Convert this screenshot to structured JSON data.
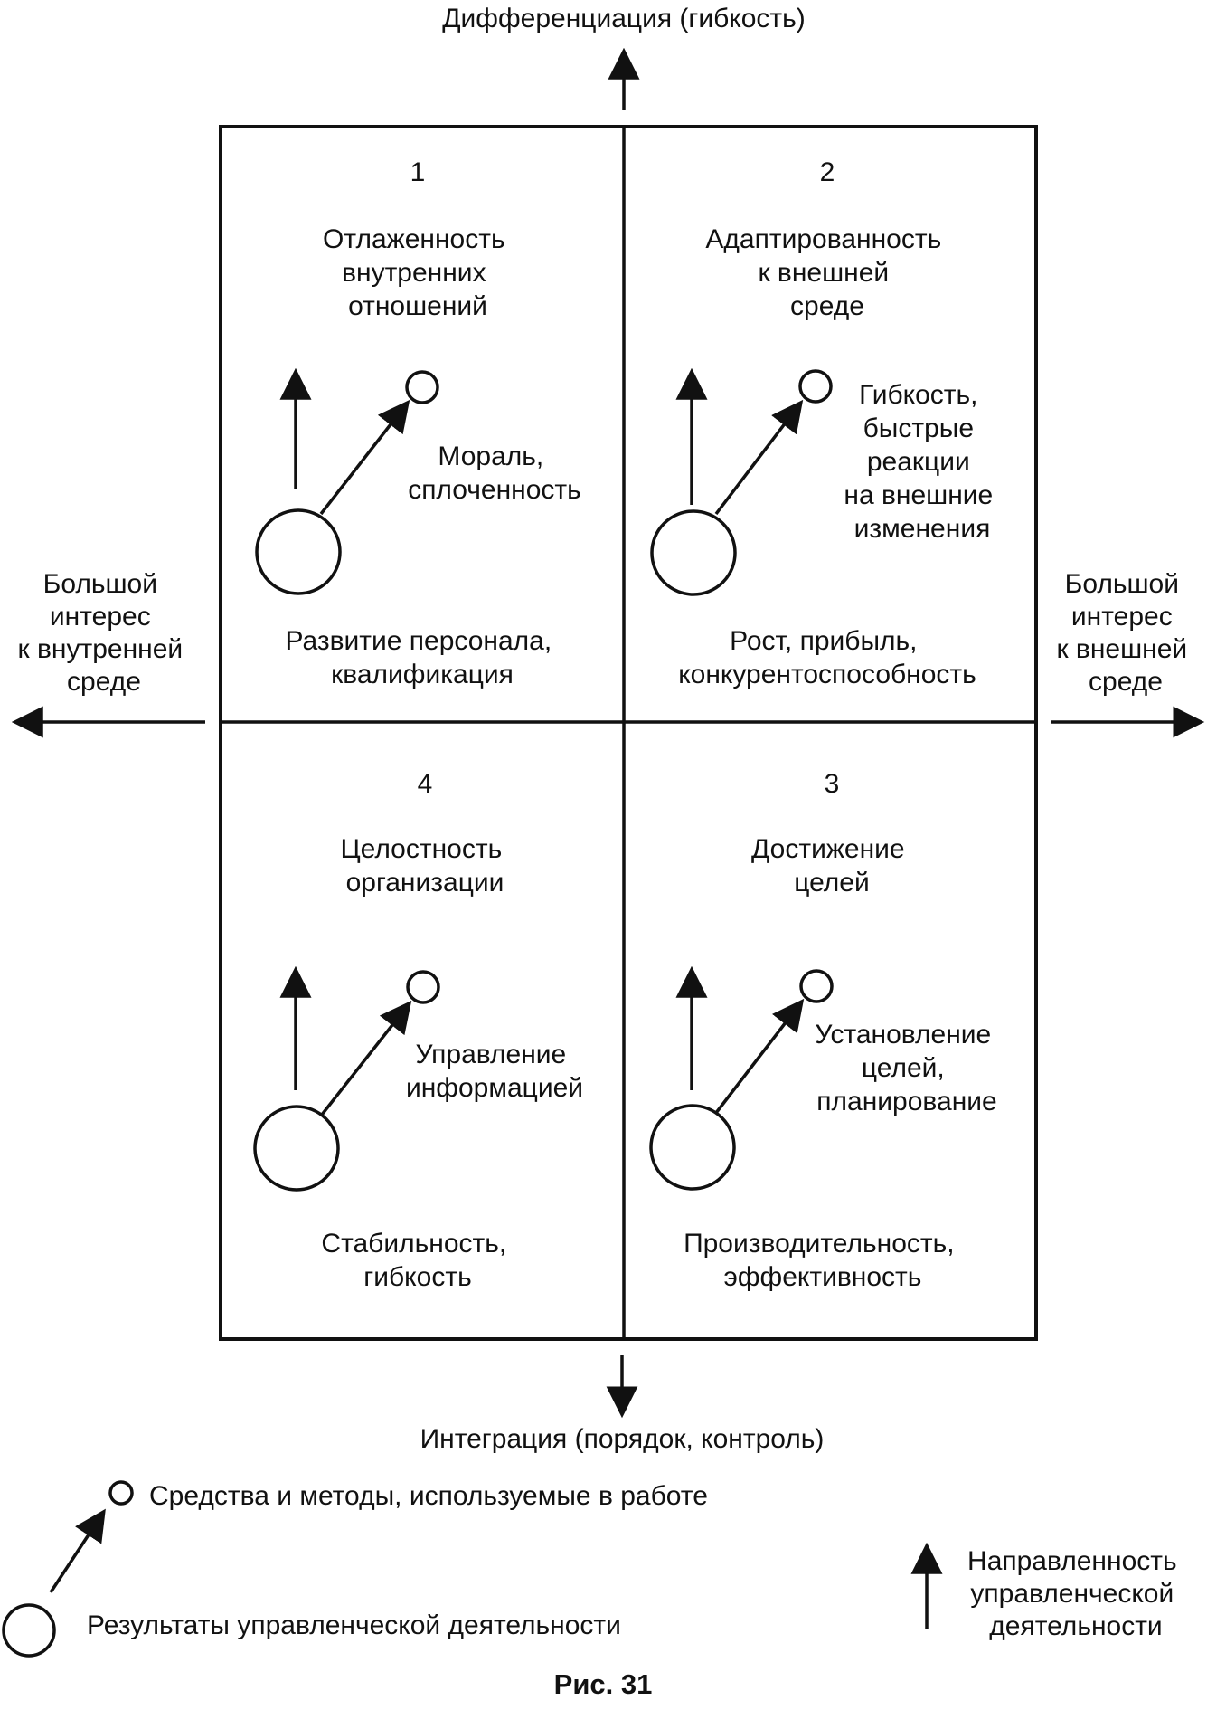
{
  "axes": {
    "top": [
      "Дифференциация (гибкость)"
    ],
    "bottom": [
      "Интеграция (порядок, контроль)"
    ],
    "left": [
      "Большой",
      "интерес",
      "к внутренней",
      "среде"
    ],
    "right": [
      "Большой",
      "интерес",
      "к внешней",
      "среде"
    ]
  },
  "quadrants": [
    {
      "number": "1",
      "title": [
        "Отлаженность",
        "внутренних",
        "отношений"
      ],
      "means": [
        "Мораль,",
        "сплоченность"
      ],
      "results": [
        "Развитие персонала,",
        "квалификация"
      ]
    },
    {
      "number": "2",
      "title": [
        "Адаптированность",
        "к внешней",
        "среде"
      ],
      "means": [
        "Гибкость,",
        "быстрые",
        "реакции",
        "на внешние",
        "изменения"
      ],
      "results": [
        "Рост, прибыль,",
        "конкурентоспособность"
      ]
    },
    {
      "number": "4",
      "title": [
        "Целостность",
        "организации"
      ],
      "means": [
        "Управление",
        "информацией"
      ],
      "results": [
        "Стабильность,",
        "гибкость"
      ]
    },
    {
      "number": "3",
      "title": [
        "Достижение",
        "целей"
      ],
      "means": [
        "Установление",
        "целей,",
        "планирование"
      ],
      "results": [
        "Производительность,",
        "эффективность"
      ]
    }
  ],
  "legend": {
    "means": [
      "Средства и методы, используемые в работе"
    ],
    "results": [
      "Результаты управленческой деятельности"
    ],
    "direction": [
      "Направленность",
      "управленческой",
      "деятельности"
    ]
  },
  "caption": [
    "Рис. 31"
  ]
}
